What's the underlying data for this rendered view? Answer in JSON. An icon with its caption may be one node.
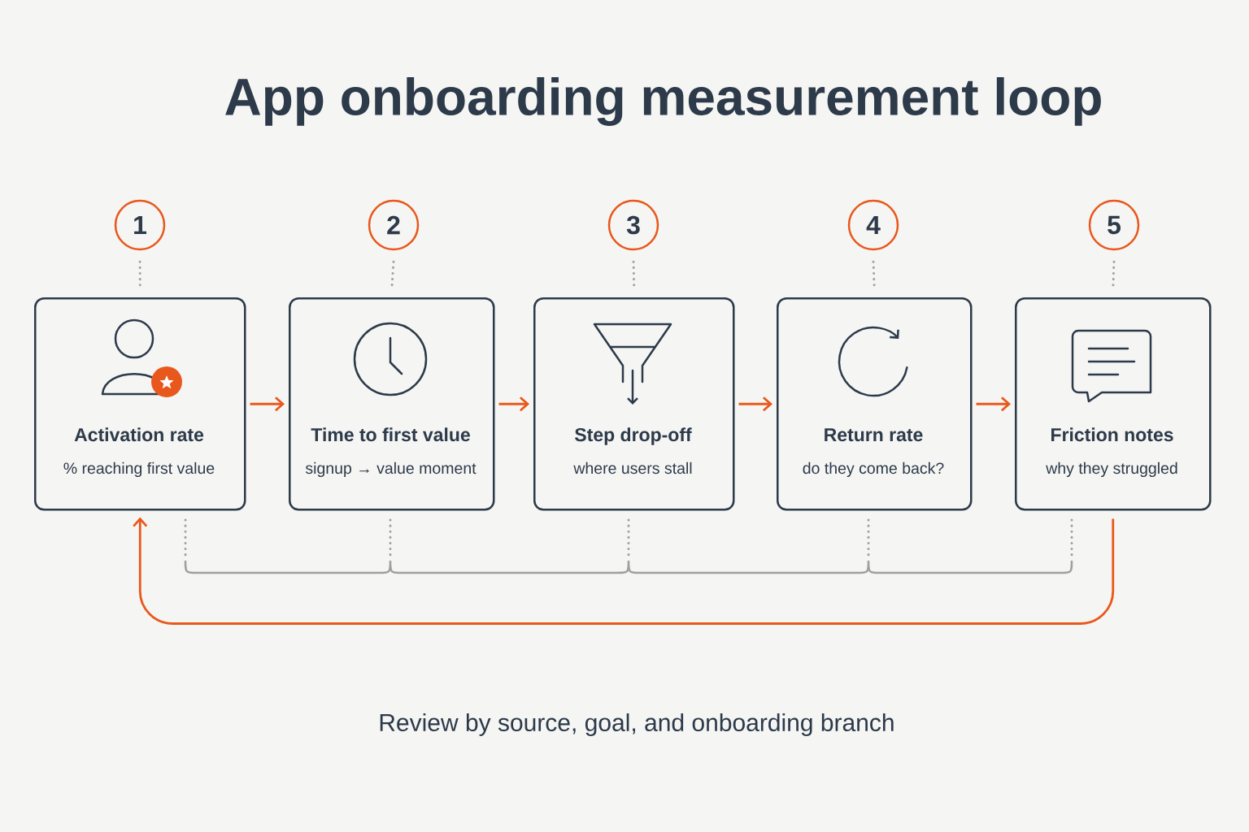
{
  "diagram": {
    "title": "App onboarding measurement loop",
    "caption": "Review by source, goal, and onboarding branch",
    "nodes": [
      {
        "text": [
          "1"
        ]
      },
      {
        "text": [
          "2"
        ]
      },
      {
        "text": [
          "3"
        ]
      },
      {
        "text": [
          "4"
        ]
      },
      {
        "text": [
          "5"
        ]
      },
      {
        "text": [
          "Activation rate",
          "% reaching first value"
        ]
      },
      {
        "text": [
          "Time to first value",
          "signup → value moment"
        ]
      },
      {
        "text": [
          "Step drop-off",
          "where users stall"
        ]
      },
      {
        "text": [
          "Return rate",
          "do they come back?"
        ]
      },
      {
        "text": [
          "Friction notes",
          "why they struggled"
        ]
      }
    ],
    "edges": [
      {
        "from": 0,
        "to": 5,
        "arrow": "none",
        "style": "dashed",
        "color": "#a0a0a0"
      },
      {
        "from": 1,
        "to": 6,
        "arrow": "none",
        "style": "dashed",
        "color": "#a0a0a0"
      },
      {
        "from": 2,
        "to": 7,
        "arrow": "none",
        "style": "dashed",
        "color": "#a0a0a0"
      },
      {
        "from": 3,
        "to": 8,
        "arrow": "none",
        "style": "dashed",
        "color": "#a0a0a0"
      },
      {
        "from": 4,
        "to": 9,
        "arrow": "none",
        "style": "dashed",
        "color": "#a0a0a0"
      },
      {
        "from": 5,
        "to": 6,
        "arrow": "to",
        "color": "#e8581c"
      },
      {
        "from": 6,
        "to": 7,
        "arrow": "to",
        "color": "#e8581c"
      },
      {
        "from": 7,
        "to": 8,
        "arrow": "to",
        "color": "#e8581c"
      },
      {
        "from": 8,
        "to": 9,
        "arrow": "to",
        "color": "#e8581c"
      },
      {
        "from": 9,
        "to": 5,
        "arrow": "to",
        "color": "#e8581c"
      }
    ]
  }
}
